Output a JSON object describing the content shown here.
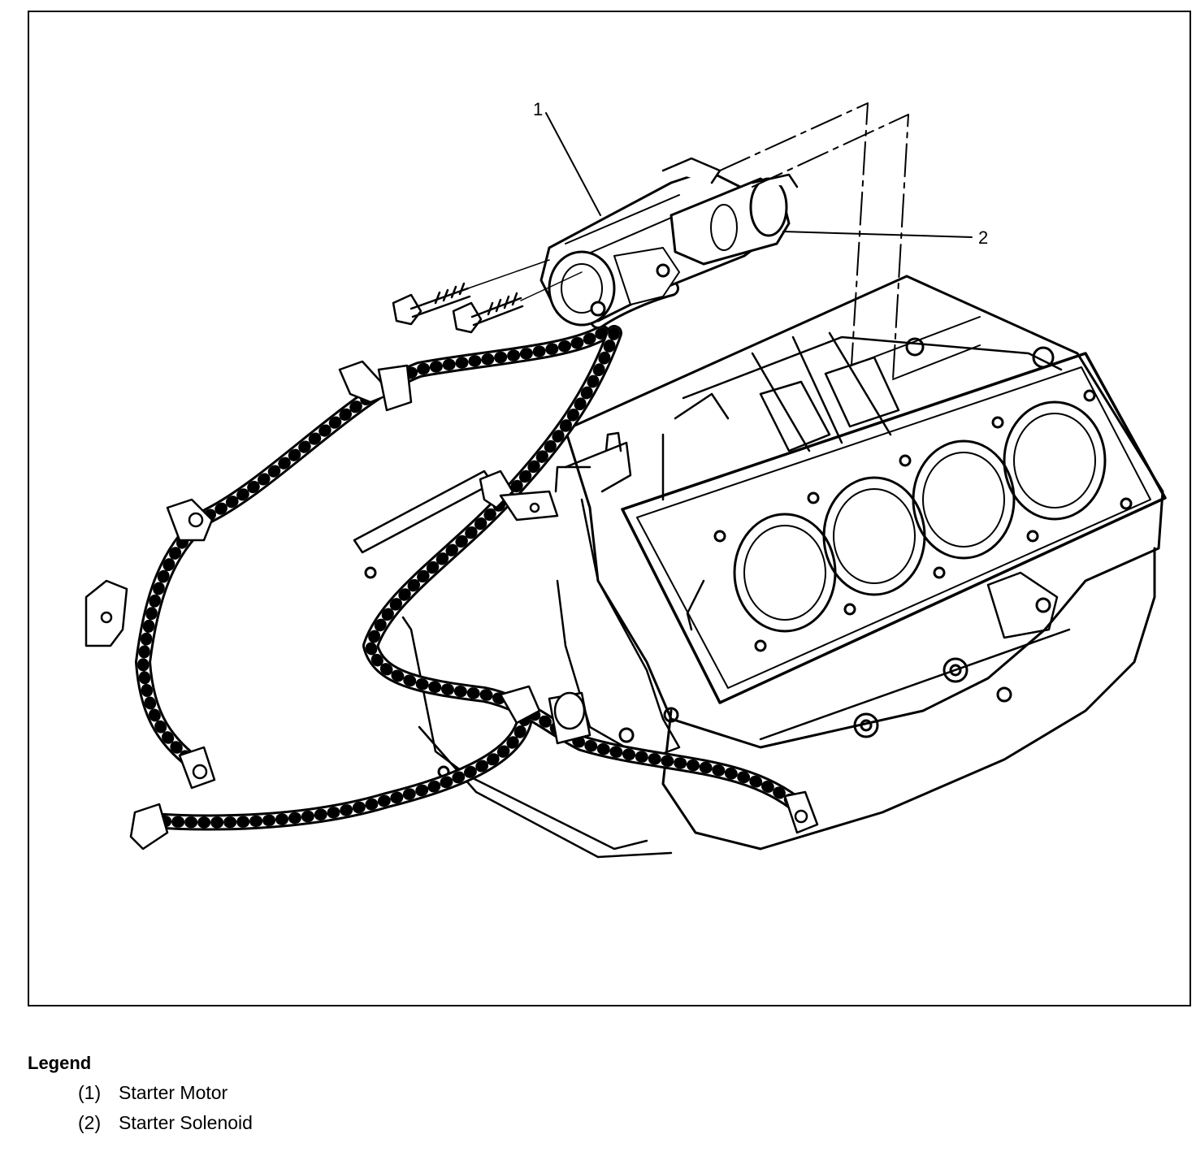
{
  "diagram": {
    "callouts": [
      {
        "id": "1",
        "label": "1"
      },
      {
        "id": "2",
        "label": "2"
      }
    ]
  },
  "legend": {
    "title": "Legend",
    "items": [
      {
        "num": "(1)",
        "text": "Starter Motor"
      },
      {
        "num": "(2)",
        "text": "Starter Solenoid"
      }
    ]
  }
}
